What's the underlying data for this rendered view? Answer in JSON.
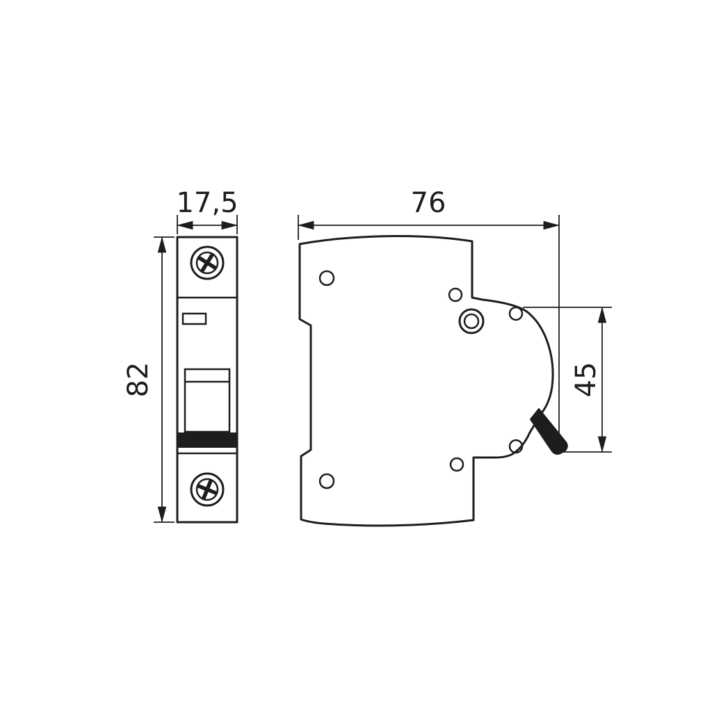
{
  "drawing": {
    "dimensions": {
      "width": "17,5",
      "height": "82",
      "depth": "76",
      "front_height": "45"
    },
    "colors": {
      "line": "#1d1d1b",
      "background": "#ffffff",
      "toggle_lever_fill": "#1d1d1b"
    }
  }
}
